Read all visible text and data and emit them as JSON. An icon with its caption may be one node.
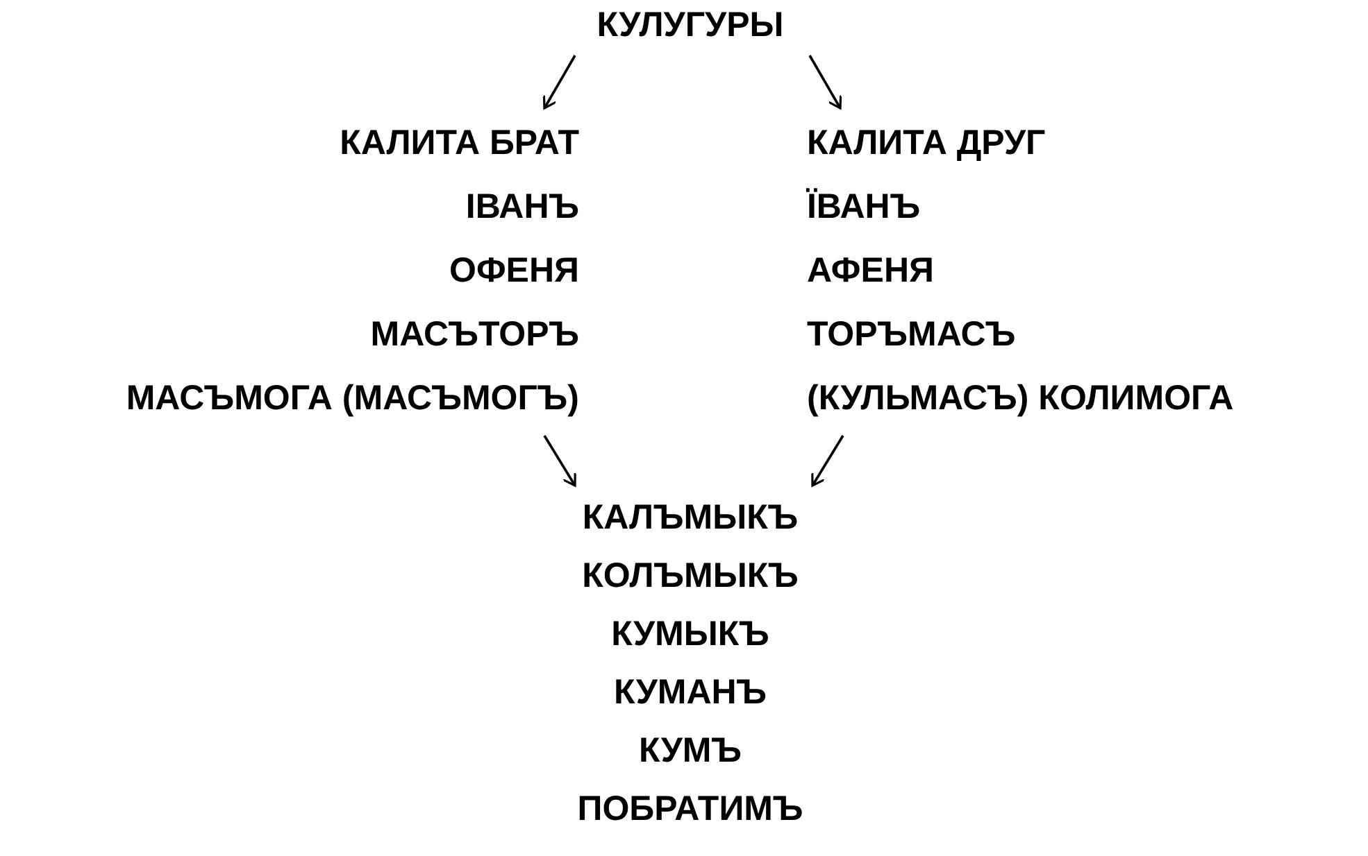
{
  "diagram": {
    "nodes": [
      {
        "text": [
          "КУЛУГУРЫ"
        ]
      },
      {
        "text": [
          "КАЛИТА БРАТ",
          "ІВАНЪ",
          "ОФЕНЯ",
          "МАСЪТОРЪ",
          "МАСЪМОГА (МАСЪМОГЪ)"
        ]
      },
      {
        "text": [
          "КАЛИТА ДРУГ",
          "ЇВАНЪ",
          "АФЕНЯ",
          "ТОРЪМАСЪ",
          "(КУЛЬМАСЪ) КОЛИМОГА"
        ]
      },
      {
        "text": [
          "КАЛЪМЫКЪ",
          "КОЛЪМЫКЪ",
          "КУМЫКЪ",
          "КУМАНЪ",
          "КУМЪ",
          "ПОБРАТИМЪ"
        ]
      }
    ],
    "edges": [
      {
        "from": 0,
        "to": 1,
        "arrow": "to"
      },
      {
        "from": 0,
        "to": 2,
        "arrow": "to"
      },
      {
        "from": 1,
        "to": 3,
        "arrow": "to"
      },
      {
        "from": 2,
        "to": 3,
        "arrow": "to"
      }
    ]
  }
}
